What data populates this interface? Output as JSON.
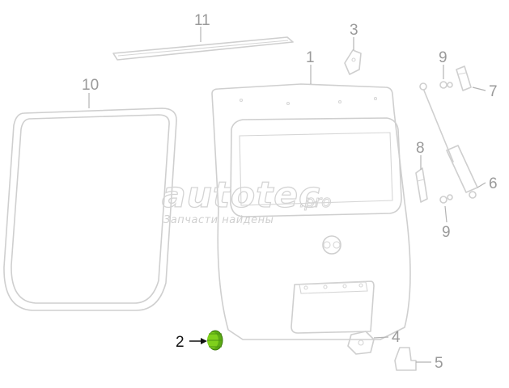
{
  "callouts": {
    "c1": "1",
    "c2": "2",
    "c3": "3",
    "c4": "4",
    "c5": "5",
    "c6": "6",
    "c7": "7",
    "c8": "8",
    "c9_top": "9",
    "c9_bottom": "9",
    "c10": "10",
    "c11": "11"
  },
  "watermark": {
    "logo": "autotec",
    "domain": ".pro",
    "tagline": "Запчасти найдены"
  },
  "colors": {
    "highlight_part": "#7fd01c",
    "outline": "#cfcfcf",
    "leader": "#b3b3b3",
    "active_callout": "#111111",
    "inactive_callout": "#9a9a9a"
  }
}
